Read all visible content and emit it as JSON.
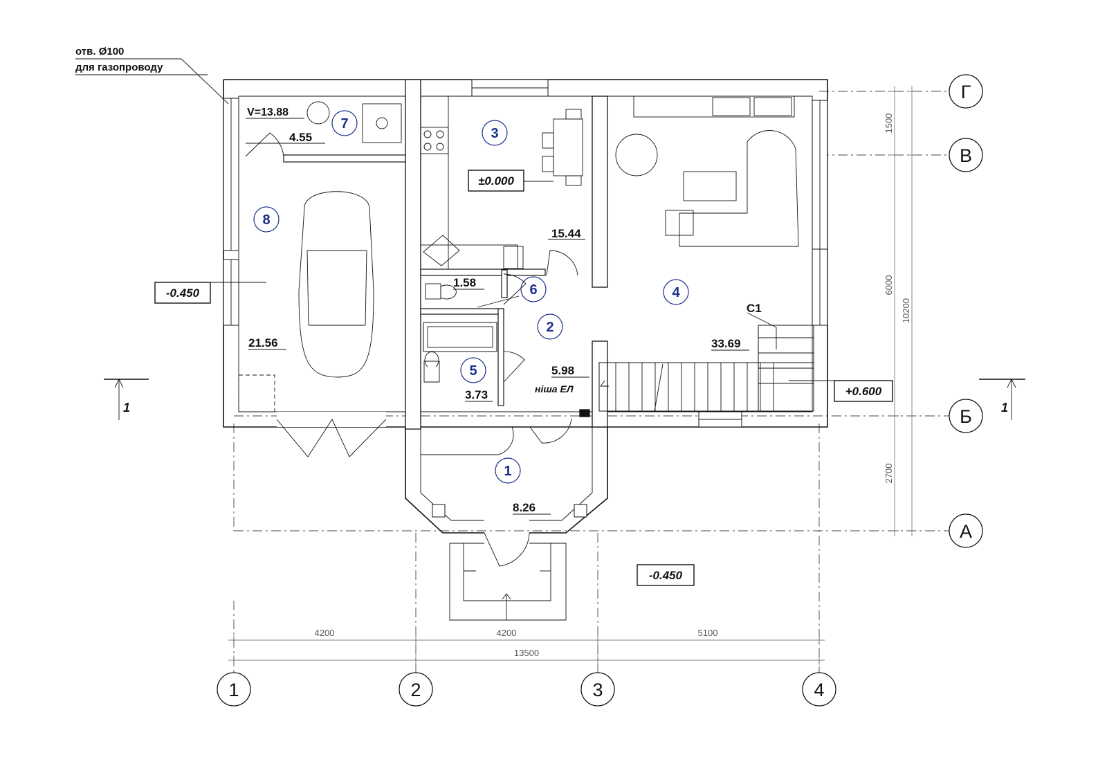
{
  "note": {
    "line1": "отв. Ø100",
    "line2": "для газопроводу"
  },
  "rooms": [
    {
      "num": "1",
      "area": "8.26"
    },
    {
      "num": "2",
      "area": "5.98"
    },
    {
      "num": "3",
      "area": "15.44"
    },
    {
      "num": "4",
      "area": "33.69"
    },
    {
      "num": "5",
      "area": "3.73"
    },
    {
      "num": "6",
      "area": "1.58"
    },
    {
      "num": "7",
      "area": "4.55"
    },
    {
      "num": "8",
      "area": "21.56"
    }
  ],
  "volume_label": "V=13.88",
  "niche_label": "ніша ЕЛ",
  "stair_label": "С1",
  "levels": {
    "garage": "-0.450",
    "kitchen": "±0.000",
    "living": "+0.600",
    "outside": "-0.450"
  },
  "section_mark": "1",
  "axes": {
    "vertical": [
      "1",
      "2",
      "3",
      "4"
    ],
    "horizontal": [
      "Г",
      "В",
      "Б",
      "А"
    ]
  },
  "dimensions": {
    "bottom": [
      "4200",
      "4200",
      "5100"
    ],
    "total": "13500",
    "right": [
      "1500",
      "6000",
      "2700"
    ],
    "right_total": "10200"
  }
}
